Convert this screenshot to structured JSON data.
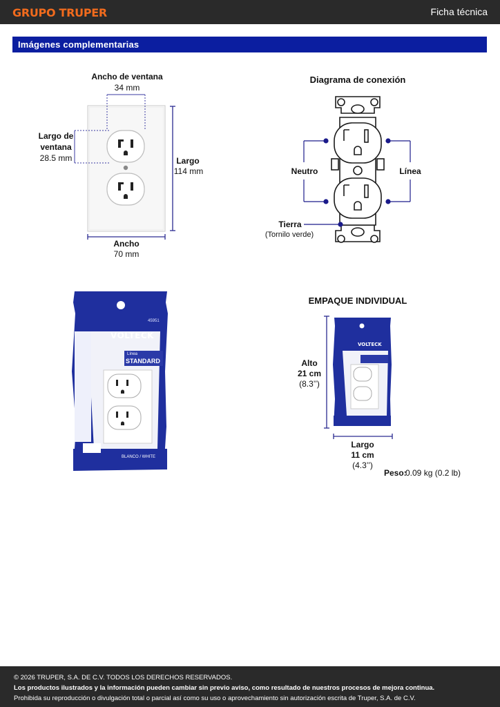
{
  "header": {
    "brand": "GRUPO TRUPER",
    "doc_type": "Ficha técnica"
  },
  "section": {
    "title": "Imágenes complementarias"
  },
  "dimensions_panel": {
    "window_width_label": "Ancho de ventana",
    "window_width_value": "34 mm",
    "window_length_label_1": "Largo de",
    "window_length_label_2": "ventana",
    "window_length_value": "28.5 mm",
    "length_label": "Largo",
    "length_value": "114 mm",
    "width_label": "Ancho",
    "width_value": "70 mm"
  },
  "connection_panel": {
    "title": "Diagrama de conexión",
    "neutral_label": "Neutro",
    "line_label": "Línea",
    "ground_label": "Tierra",
    "ground_note": "(Tornilo verde)"
  },
  "package_photo": {
    "brand": "VOLTECK",
    "code": "45951",
    "line_label": "Línea",
    "line_name": "STANDARD",
    "color_label": "BLANCO / WHITE"
  },
  "packaging_panel": {
    "title": "EMPAQUE INDIVIDUAL",
    "height_label": "Alto",
    "height_value": "21 cm",
    "height_in": "(8.3’’)",
    "length_label": "Largo",
    "length_value": "11 cm",
    "length_in": "(4.3’’)",
    "weight_label": "Peso:",
    "weight_value": "0.09 kg (0.2 lb)"
  },
  "footer": {
    "copyright": "© 2026 TRUPER, S.A. DE C.V. TODOS LOS DERECHOS RESERVADOS.",
    "notice": "Los productos ilustrados y la información pueden cambiar sin previo aviso, como resultado de nuestros procesos de mejora continua.",
    "legal": "Prohibida su reproducción o divulgación total o parcial así como su uso o aprovechamiento sin autorización escrita de Truper, S.A. de C.V."
  },
  "colors": {
    "brand_orange": "#f26b1d",
    "section_blue": "#0b1ea0",
    "header_dark": "#2a2a2a",
    "package_blue": "#1f2f9e"
  }
}
